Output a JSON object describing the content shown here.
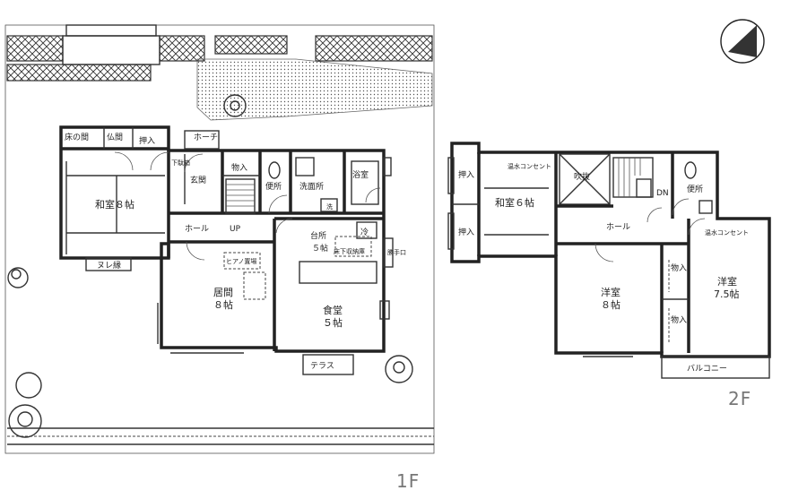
{
  "floors": {
    "first": {
      "label": "1F",
      "rooms": {
        "tokonoma": "床の間",
        "butsuma": "仏間",
        "oshiire": "押入",
        "washitsu": "和室８帖",
        "nure_en": "ヌレ縁",
        "porch": "ホーチ",
        "geta_bako": "下駄箱",
        "genkan": "玄関",
        "storage": "物入",
        "toilet": "便所",
        "washroom": "洗面所",
        "wash_mark": "洗",
        "bath": "浴室",
        "hall": "ホール",
        "up": "UP",
        "kitchen": "台所",
        "kitchen_size": "５帖",
        "underfloor": "床下収納庫",
        "piano": "ヒアノ置場",
        "living": "居間",
        "living_size": "８帖",
        "dining": "食堂",
        "dining_size": "５帖",
        "terrace": "テラス",
        "back_door": "勝手口",
        "reizo": "冷"
      }
    },
    "second": {
      "label": "2F",
      "rooms": {
        "oshiire_top": "押入",
        "oshiire_bottom": "押入",
        "outlet_left": "温水コンセント",
        "washitsu": "和室６帖",
        "fukinuke": "吹抜",
        "dn": "DN",
        "toilet": "便所",
        "hall": "ホール",
        "outlet_right": "温水コンセント",
        "storage_a": "物入",
        "storage_b": "物入",
        "yoshitsu_a": "洋室",
        "yoshitsu_a_size": "８帖",
        "yoshitsu_b": "洋室",
        "yoshitsu_b_size": "7.5帖",
        "balcony": "バルコニー"
      }
    }
  },
  "north_arrow": "north-arrow-icon"
}
